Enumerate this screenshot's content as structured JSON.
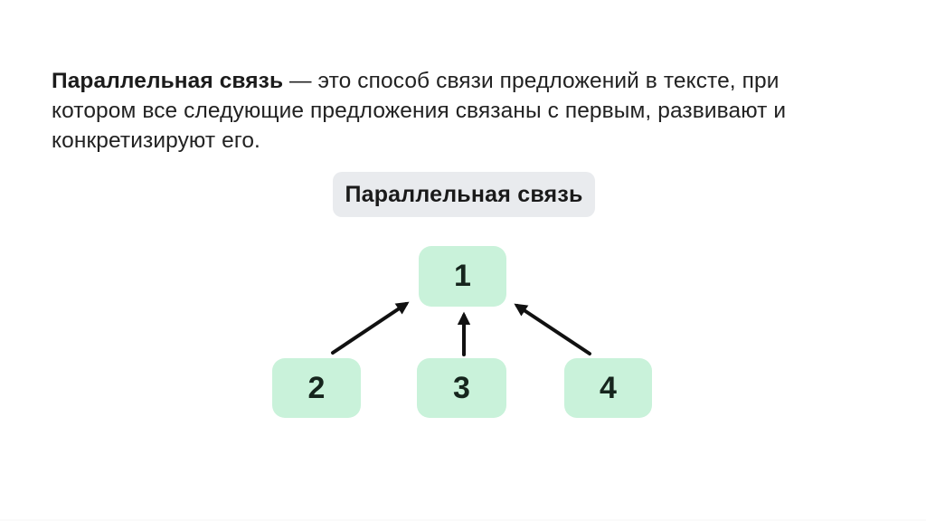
{
  "definition": {
    "term": "Параллельная связь",
    "rest": " — это способ связи предложений в тексте, при котором все следующие предложения связаны с первым, развивают и конкретизируют его."
  },
  "diagram": {
    "label": "Параллельная связь",
    "nodes": [
      {
        "id": "1",
        "label": "1"
      },
      {
        "id": "2",
        "label": "2"
      },
      {
        "id": "3",
        "label": "3"
      },
      {
        "id": "4",
        "label": "4"
      }
    ],
    "edges": [
      {
        "from": "2",
        "to": "1"
      },
      {
        "from": "3",
        "to": "1"
      },
      {
        "from": "4",
        "to": "1"
      }
    ]
  },
  "colors": {
    "node_green": "#c9f2da",
    "label_gray": "#e9ebee",
    "arrow_black": "#111111",
    "text_dark": "#222222"
  }
}
